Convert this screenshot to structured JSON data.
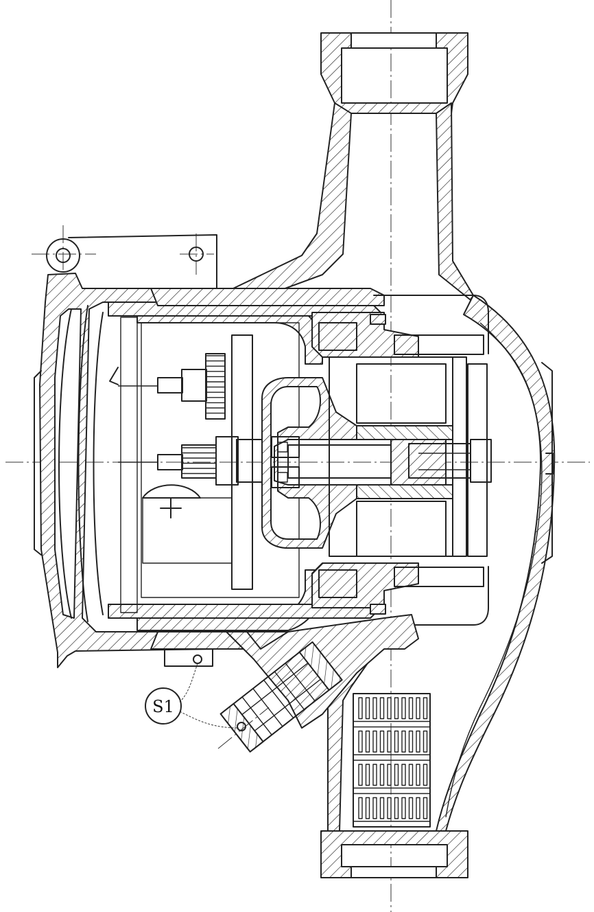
{
  "callouts": [
    {
      "id": "s1",
      "text": "S1"
    }
  ],
  "colors": {
    "line": "#222222",
    "paper": "#ffffff"
  },
  "icons": [
    "pump-cross-section-drawing"
  ]
}
